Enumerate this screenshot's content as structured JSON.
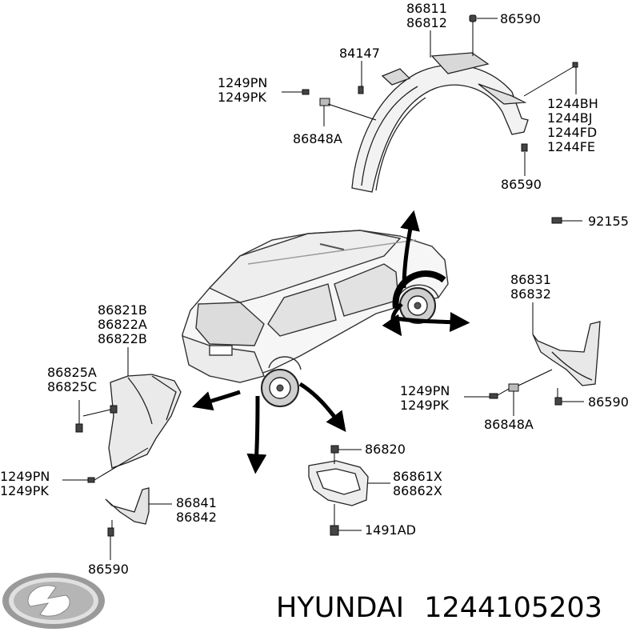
{
  "callouts": [
    {
      "id": "fender-liner-front",
      "lines": [
        "86811",
        "86812"
      ]
    },
    {
      "id": "clip-top",
      "lines": [
        "86590"
      ]
    },
    {
      "id": "clip-84147",
      "lines": [
        "84147"
      ]
    },
    {
      "id": "screw-top",
      "lines": [
        "1249PN",
        "1249PK"
      ]
    },
    {
      "id": "nut-top",
      "lines": [
        "86848A"
      ]
    },
    {
      "id": "screw-bh",
      "lines": [
        "1244BH",
        "1244BJ",
        "1244FD",
        "1244FE"
      ]
    },
    {
      "id": "clip-right",
      "lines": [
        "86590"
      ]
    },
    {
      "id": "screw-92155",
      "lines": [
        "92155"
      ]
    },
    {
      "id": "mudguard-front",
      "lines": [
        "86831",
        "86832"
      ]
    },
    {
      "id": "screw-mid-right",
      "lines": [
        "1249PN",
        "1249PK"
      ]
    },
    {
      "id": "clip-mid-right",
      "lines": [
        "86590"
      ]
    },
    {
      "id": "nut-mid-right",
      "lines": [
        "86848A"
      ]
    },
    {
      "id": "fender-liner-rear",
      "lines": [
        "86821B",
        "86822A",
        "86822B"
      ]
    },
    {
      "id": "clip-rear-liner",
      "lines": [
        "86825A",
        "86825C"
      ]
    },
    {
      "id": "screw-lower-left",
      "lines": [
        "1249PN",
        "1249PK"
      ]
    },
    {
      "id": "mudguard-rear",
      "lines": [
        "86841",
        "86842"
      ]
    },
    {
      "id": "clip-bottom-left",
      "lines": [
        "86590"
      ]
    },
    {
      "id": "bracket-clip",
      "lines": [
        "86820"
      ]
    },
    {
      "id": "bracket",
      "lines": [
        "86861X",
        "86862X"
      ]
    },
    {
      "id": "bolt-bottom",
      "lines": [
        "1491AD"
      ]
    }
  ],
  "brand": {
    "name": "HYUNDAI",
    "part_number": "1244105203"
  }
}
